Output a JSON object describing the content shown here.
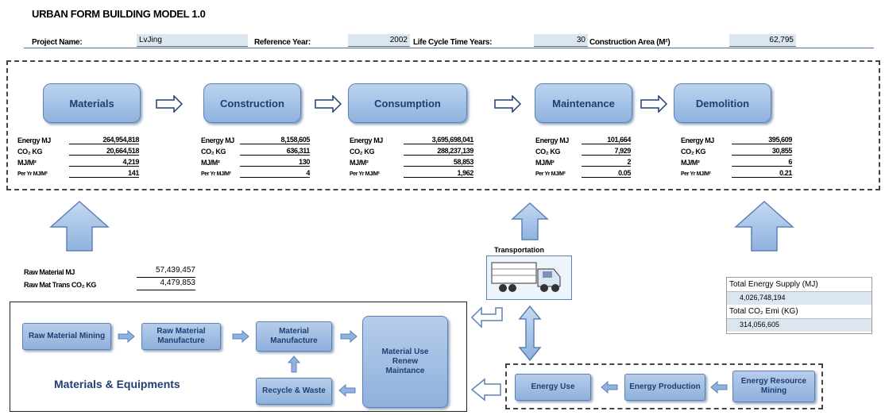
{
  "title": "URBAN FORM BUILDING MODEL 1.0",
  "header": {
    "project_name_label": "Project Name:",
    "project_name_value": "LvJing",
    "reference_year_label": "Reference Year:",
    "reference_year_value": "2002",
    "life_cycle_label": "Life Cycle Time Years:",
    "life_cycle_value": "30",
    "construction_area_label": "Construction Area (M²)",
    "construction_area_value": "62,795"
  },
  "stages": [
    {
      "name": "Materials",
      "energy": "264,954,818",
      "co2": "20,664,518",
      "mj_m2": "4,219",
      "per_yr": "141"
    },
    {
      "name": "Construction",
      "energy": "8,158,605",
      "co2": "636,311",
      "mj_m2": "130",
      "per_yr": "4"
    },
    {
      "name": "Consumption",
      "energy": "3,695,698,041",
      "co2": "288,237,139",
      "mj_m2": "58,853",
      "per_yr": "1,962"
    },
    {
      "name": "Maintenance",
      "energy": "101,664",
      "co2": "7,929",
      "mj_m2": "2",
      "per_yr": "0.05"
    },
    {
      "name": "Demolition",
      "energy": "395,609",
      "co2": "30,855",
      "mj_m2": "6",
      "per_yr": "0.21"
    }
  ],
  "stat_labels": {
    "energy": "Energy MJ",
    "co2": "CO₂ KG",
    "mj_m2": "MJ/M²",
    "per_yr": "Per Yr MJ/M²"
  },
  "raw": {
    "material_label": "Raw Material MJ",
    "material_value": "57,439,457",
    "trans_label": "Raw Mat Trans CO₂ KG",
    "trans_value": "4,479,853"
  },
  "transportation_label": "Transportation",
  "materials_flow": {
    "raw_mining": "Raw Material Mining",
    "raw_manufacture": "Raw Material Manufacture",
    "material_manufacture": "Material Manufacture",
    "material_use": "Material Use Renew Maintance",
    "recycle": "Recycle & Waste",
    "section_label": "Materials & Equipments"
  },
  "energy_flow": {
    "energy_use": "Energy Use",
    "energy_production": "Energy Production",
    "resource_mining": "Energy Resource Mining"
  },
  "totals": {
    "energy_label": "Total Energy Supply (MJ)",
    "energy_value": "4,026,748,194",
    "co2_label": "Total CO₂ Emi (KG)",
    "co2_value": "314,056,605"
  },
  "colors": {
    "box_fill": "#9dbde3",
    "box_text": "#1f3f73",
    "field_fill": "#dce6f1"
  }
}
